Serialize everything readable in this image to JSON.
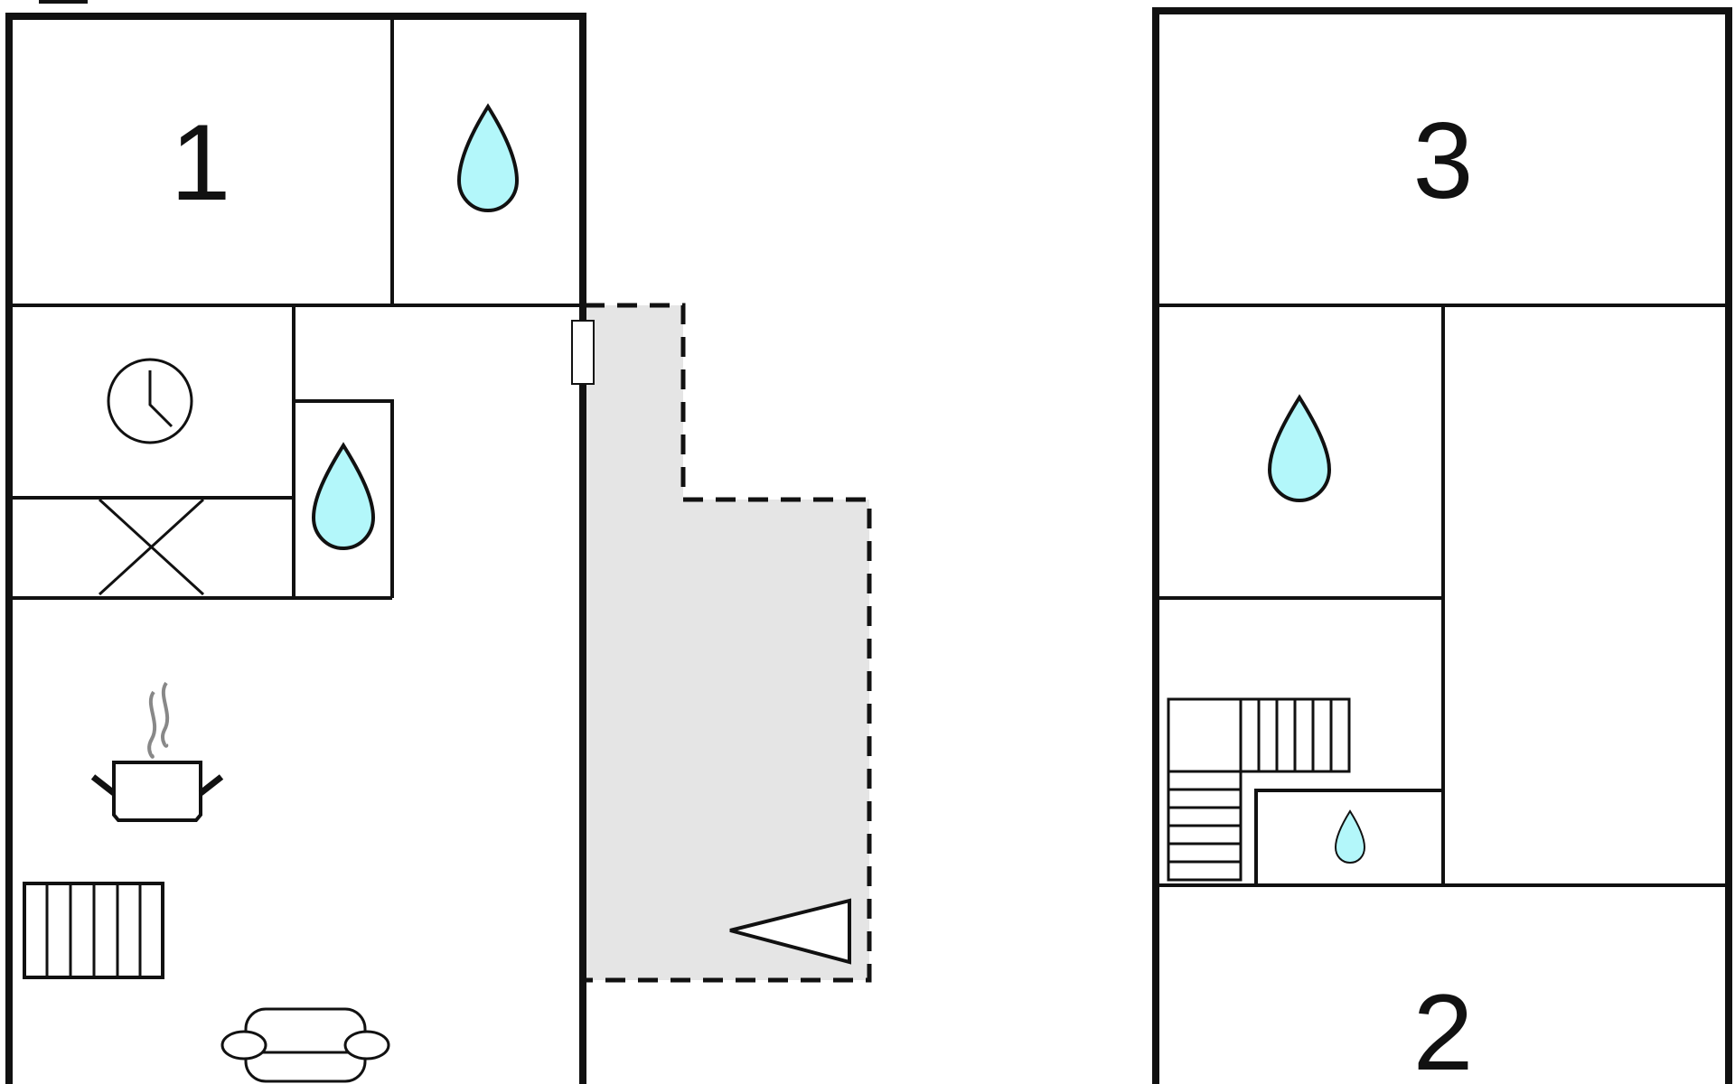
{
  "floors": {
    "ground": {
      "rooms": [
        {
          "id": "bedroom-1",
          "label": "1"
        }
      ]
    },
    "upper": {
      "rooms": [
        {
          "id": "bedroom-3",
          "label": "3"
        },
        {
          "id": "bedroom-2",
          "label": "2"
        }
      ]
    }
  },
  "colors": {
    "wall": "#111111",
    "water": "#b3f7fa",
    "terrace": "#e5e5e5",
    "steam": "#888888"
  },
  "icons": [
    "water-drop-icon",
    "clock-icon",
    "x-cross-icon",
    "cooking-pot-icon",
    "radiator-icon",
    "sofa-icon",
    "door-icon",
    "terrace-marker-icon",
    "staircase-icon"
  ]
}
